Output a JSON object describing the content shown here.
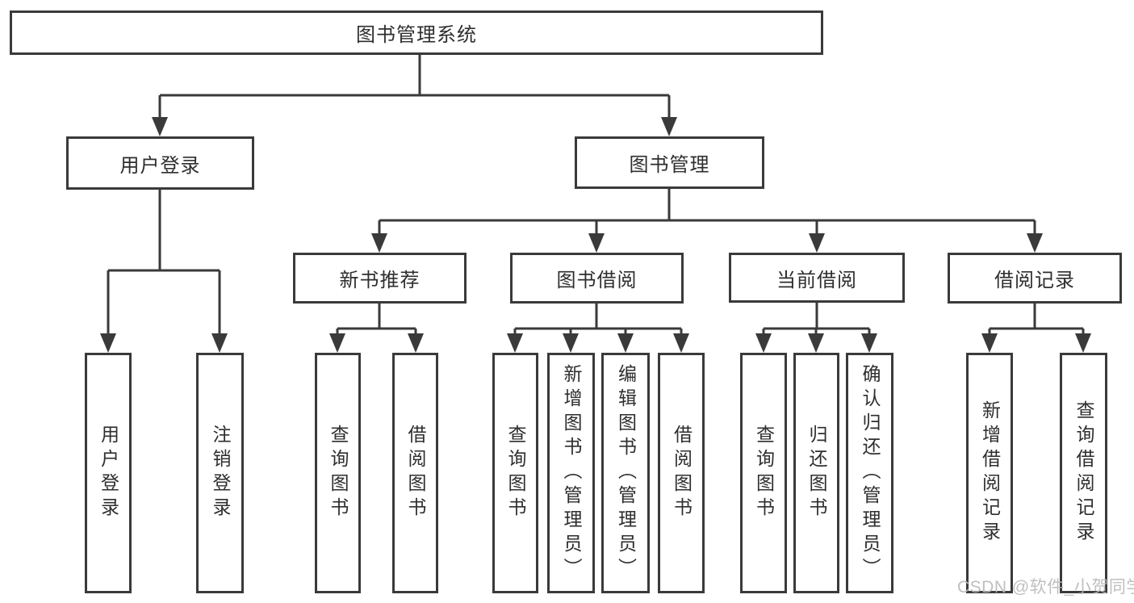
{
  "tree": {
    "root": {
      "label": "图书管理系统"
    },
    "branches": [
      {
        "label": "用户登录",
        "children": [
          {
            "label": "用户登录"
          },
          {
            "label": "注销登录"
          }
        ]
      },
      {
        "label": "图书管理",
        "children": [
          {
            "label": "新书推荐",
            "children": [
              {
                "label": "查询图书"
              },
              {
                "label": "借阅图书"
              }
            ]
          },
          {
            "label": "图书借阅",
            "children": [
              {
                "label": "查询图书"
              },
              {
                "label": "新增图书（管理员）"
              },
              {
                "label": "编辑图书（管理员）"
              },
              {
                "label": "借阅图书"
              }
            ]
          },
          {
            "label": "当前借阅",
            "children": [
              {
                "label": "查询图书"
              },
              {
                "label": "归还图书"
              },
              {
                "label": "确认归还（管理员）"
              }
            ]
          },
          {
            "label": "借阅记录",
            "children": [
              {
                "label": "新增借阅记录"
              },
              {
                "label": "查询借阅记录"
              }
            ]
          }
        ]
      }
    ]
  },
  "watermark": {
    "text": "CSDN @软件_小贺同学"
  },
  "colors": {
    "line": "#3a3a3a",
    "box_border": "#3a3a3a",
    "text": "#2e2e2e",
    "watermark": "#b9b9b9",
    "background": "#ffffff"
  }
}
